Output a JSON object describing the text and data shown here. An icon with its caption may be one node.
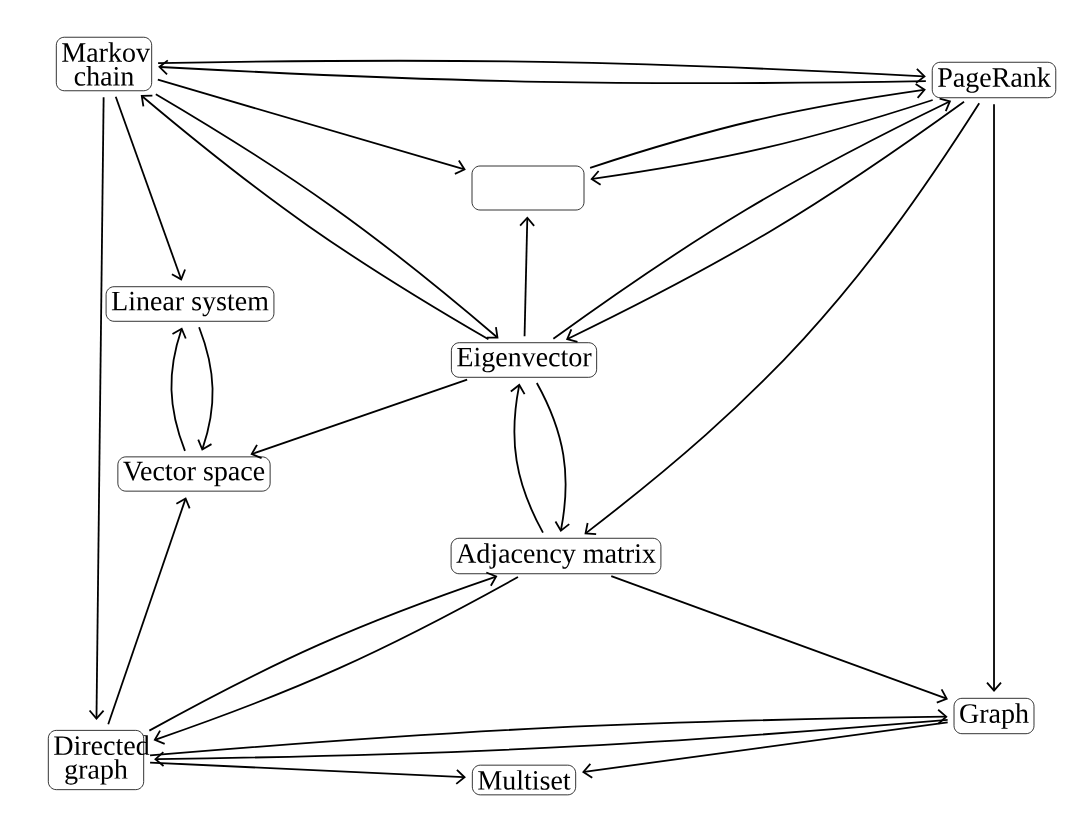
{
  "diagram": {
    "nodes": [
      {
        "text": [
          "Markov chain"
        ]
      },
      {
        "text": [
          "PageRank"
        ]
      },
      {
        "text": [],
        "shape": "box"
      },
      {
        "text": [
          "Linear system"
        ]
      },
      {
        "text": [
          "Eigenvector"
        ]
      },
      {
        "text": [
          "Vector space"
        ]
      },
      {
        "text": [
          "Adjacency matrix"
        ]
      },
      {
        "text": [
          "Directed graph"
        ]
      },
      {
        "text": [
          "Graph"
        ]
      },
      {
        "text": [
          "Multiset"
        ]
      }
    ],
    "edges": [
      {
        "from": 1,
        "to": 0,
        "arrow": "to"
      },
      {
        "from": 0,
        "to": 1,
        "arrow": "to"
      },
      {
        "from": 0,
        "to": 2,
        "arrow": "to"
      },
      {
        "from": 1,
        "to": 2,
        "arrow": "to"
      },
      {
        "from": 2,
        "to": 1,
        "arrow": "to"
      },
      {
        "from": 0,
        "to": 3,
        "arrow": "to"
      },
      {
        "from": 0,
        "to": 4,
        "arrow": "to"
      },
      {
        "from": 4,
        "to": 0,
        "arrow": "to"
      },
      {
        "from": 4,
        "to": 2,
        "arrow": "to"
      },
      {
        "from": 1,
        "to": 4,
        "arrow": "to"
      },
      {
        "from": 4,
        "to": 1,
        "arrow": "to"
      },
      {
        "from": 1,
        "to": 6,
        "arrow": "to"
      },
      {
        "from": 1,
        "to": 8,
        "arrow": "to"
      },
      {
        "from": 0,
        "to": 7,
        "arrow": "to"
      },
      {
        "from": 3,
        "to": 5,
        "arrow": "to"
      },
      {
        "from": 5,
        "to": 3,
        "arrow": "to"
      },
      {
        "from": 4,
        "to": 5,
        "arrow": "to"
      },
      {
        "from": 4,
        "to": 6,
        "arrow": "to"
      },
      {
        "from": 6,
        "to": 4,
        "arrow": "to"
      },
      {
        "from": 7,
        "to": 5,
        "arrow": "to"
      },
      {
        "from": 6,
        "to": 7,
        "arrow": "to"
      },
      {
        "from": 7,
        "to": 6,
        "arrow": "to"
      },
      {
        "from": 6,
        "to": 8,
        "arrow": "to"
      },
      {
        "from": 8,
        "to": 7,
        "arrow": "to"
      },
      {
        "from": 7,
        "to": 8,
        "arrow": "to"
      },
      {
        "from": 7,
        "to": 9,
        "arrow": "to"
      },
      {
        "from": 8,
        "to": 9,
        "arrow": "to"
      }
    ]
  }
}
